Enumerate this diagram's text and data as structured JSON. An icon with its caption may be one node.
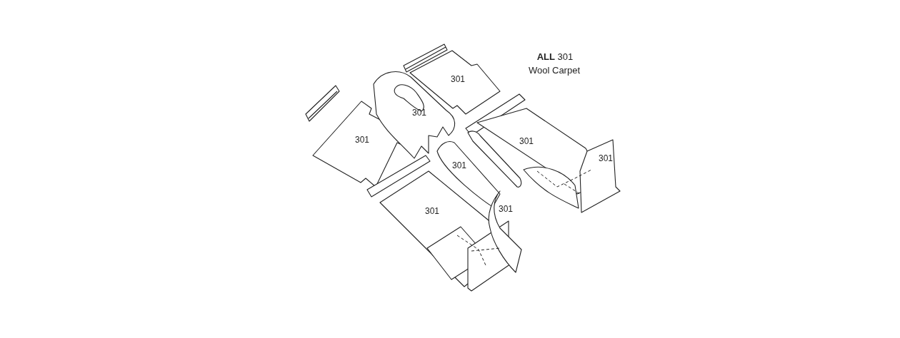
{
  "diagram": {
    "labels": [
      "**ALL** 301",
      "Wool Carpet",
      "301",
      "301",
      "301",
      "301",
      "301",
      "301",
      "301",
      "301"
    ]
  }
}
